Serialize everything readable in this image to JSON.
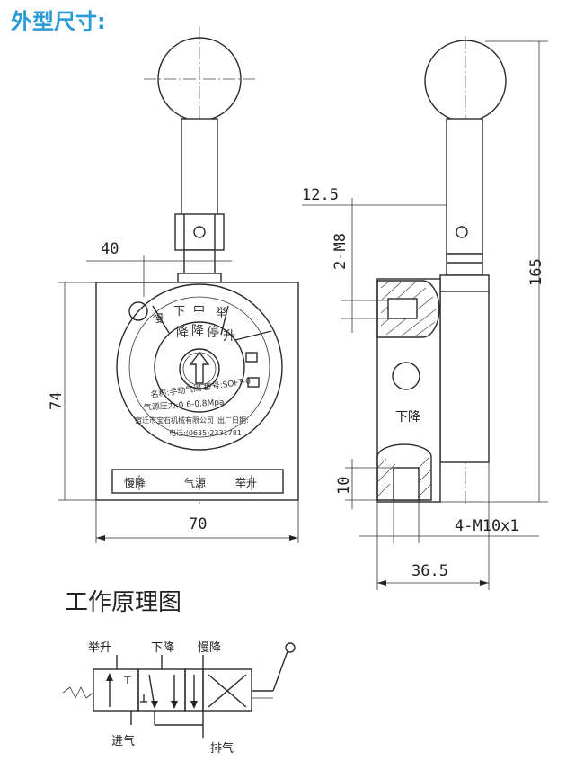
{
  "title": "外型尺寸:",
  "dimensions": {
    "width_40": "40",
    "height_74": "74",
    "width_70": "70",
    "offset_12_5": "12.5",
    "thread_2m8": "2-M8",
    "height_165": "165",
    "height_10": "10",
    "thread_4m10": "4-M10x1",
    "width_36_5": "36.5"
  },
  "front_plate": {
    "dial_words_upper": [
      "下",
      "中",
      "举"
    ],
    "dial_words_mid": [
      "慢",
      "降",
      "降",
      "停",
      "升"
    ],
    "dial_lines": [
      "名称:手动气阀 型号:SOFT-0",
      "气源压力:0.6-0.8Mpa",
      "宿迁市宝石机械有限公司",
      "出厂日期:"
    ],
    "dial_phone": "电话:(0635)2331781",
    "bottom_labels": [
      "慢降",
      "气源",
      "举升"
    ]
  },
  "side_label": "下降",
  "schematic": {
    "title": "工作原理图",
    "label_lift": "举升",
    "label_down": "下降",
    "label_slow": "慢降",
    "label_in": "进气",
    "label_out": "排气"
  },
  "colors": {
    "title": "#2a9bd6",
    "line": "#2b2b2b"
  }
}
